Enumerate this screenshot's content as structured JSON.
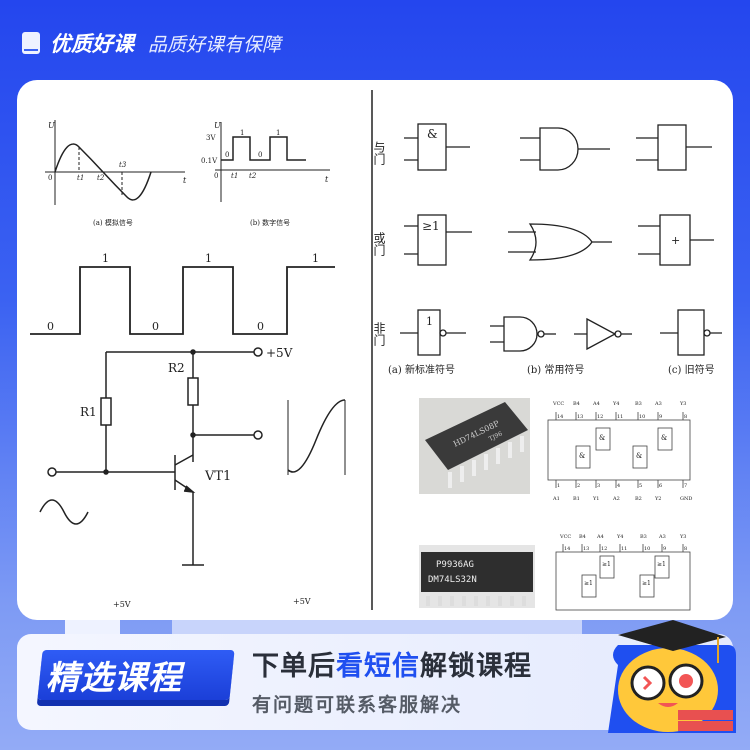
{
  "header": {
    "brand": "优质好课",
    "slogan": "品质好课有保障",
    "icon": "book-icon"
  },
  "left": {
    "analog": {
      "axis_y": "U",
      "axis_x": "t",
      "origin": "0",
      "t1": "t1",
      "t2": "t2",
      "t3": "t3",
      "caption": "(a) 模拟信号"
    },
    "digital": {
      "axis_y": "U",
      "axis_x": "t",
      "v_high": "3V",
      "v_low": "0.1V",
      "origin": "0",
      "t1": "t1",
      "t2": "t2",
      "bits": [
        "0",
        "1",
        "0",
        "1"
      ],
      "caption": "(b) 数字信号"
    },
    "square_bits": [
      "0",
      "1",
      "0",
      "1",
      "0",
      "1"
    ],
    "circuit": {
      "vcc": "+5V",
      "r1": "R1",
      "r2": "R2",
      "transistor": "VT1",
      "bottom_left": "+5V",
      "bottom_right": "+5V"
    }
  },
  "right": {
    "rows": [
      {
        "label": "与门",
        "new_symbol": "&",
        "old_symbol": ""
      },
      {
        "label": "或门",
        "new_symbol": "≥1",
        "old_symbol": "+"
      },
      {
        "label": "非门",
        "new_symbol": "1",
        "old_symbol": ""
      }
    ],
    "captions": [
      "(a) 新标准符号",
      "(b) 常用符号",
      "(c) 旧符号"
    ],
    "chip1": {
      "marking": "HD74LS08P",
      "code": "TJ96",
      "gate": "&",
      "pins_top": [
        "VCC",
        "B4",
        "A4",
        "Y4",
        "B3",
        "A3",
        "Y3"
      ],
      "pins_bottom": [
        "A1",
        "B1",
        "Y1",
        "A2",
        "B2",
        "Y2",
        "GND"
      ],
      "nums_top": [
        "14",
        "13",
        "12",
        "11",
        "10",
        "9",
        "8"
      ],
      "nums_bottom": [
        "1",
        "2",
        "3",
        "4",
        "5",
        "6",
        "7"
      ]
    },
    "chip2": {
      "marking1": "P9936AG",
      "marking2": "DM74LS32N",
      "gate": "≥1",
      "pins_top": [
        "VCC",
        "B4",
        "A4",
        "Y4",
        "B3",
        "A3",
        "Y3"
      ],
      "nums_top": [
        "14",
        "13",
        "12",
        "11",
        "10",
        "9",
        "8"
      ]
    }
  },
  "banner": {
    "tag": "精选课程",
    "line1_a": "下单后",
    "line1_hl": "看短信",
    "line1_b": "解锁课程",
    "line2": "有问题可联系客服解决"
  }
}
